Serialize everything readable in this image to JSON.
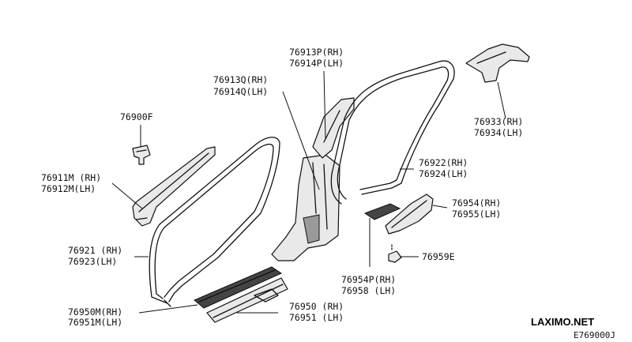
{
  "labels": {
    "l76900f": [
      "76900F"
    ],
    "l76911m": [
      "76911M (RH)",
      "76912M(LH)"
    ],
    "l76921": [
      "76921 (RH)",
      "76923(LH)"
    ],
    "l76950m": [
      "76950M(RH)",
      "76951M(LH)"
    ],
    "l76950": [
      "76950 (RH)",
      "76951 (LH)"
    ],
    "l76913q": [
      "76913Q(RH)",
      "76914Q(LH)"
    ],
    "l76913p": [
      "76913P(RH)",
      "76914P(LH)"
    ],
    "l76922": [
      "76922(RH)",
      "76924(LH)"
    ],
    "l76933": [
      "76933(RH)",
      "76934(LH)"
    ],
    "l76954": [
      "76954(RH)",
      "76955(LH)"
    ],
    "l76959e": [
      "76959E"
    ],
    "l76954p": [
      "76954P(RH)",
      "76958  (LH)"
    ]
  },
  "watermark": "LAXIMO.NET",
  "diagram_code": "E769000J"
}
